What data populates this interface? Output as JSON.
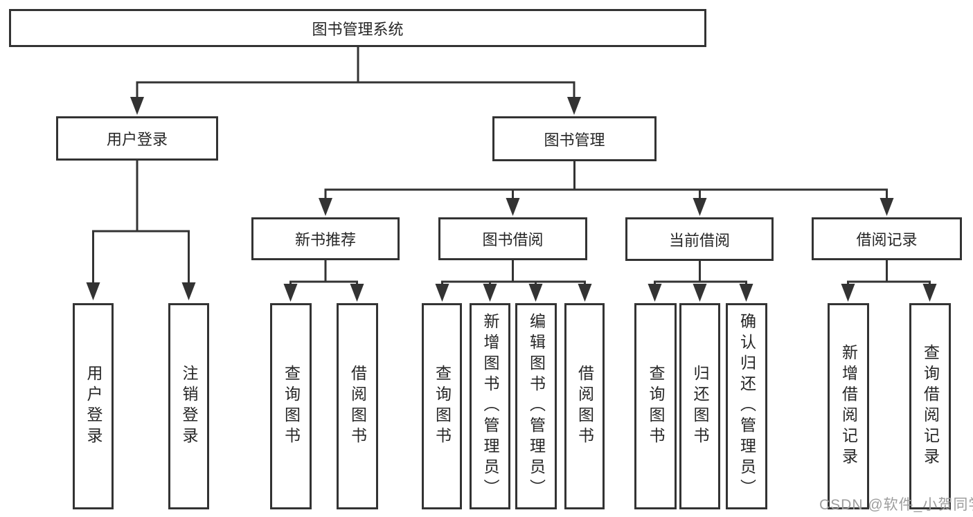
{
  "colors": {
    "line": "#333333",
    "box_border": "#333333",
    "text": "#262626",
    "background": "#ffffff",
    "watermark": "#9d9d9d"
  },
  "watermark": {
    "text": "CSDN @软件_小贺同学"
  },
  "tree": {
    "root": {
      "label": "图书管理系统",
      "children": [
        {
          "label": "用户登录",
          "children": [
            {
              "label": "用户登录"
            },
            {
              "label": "注销登录"
            }
          ]
        },
        {
          "label": "图书管理",
          "children": [
            {
              "label": "新书推荐",
              "children": [
                {
                  "label": "查询图书"
                },
                {
                  "label": "借阅图书"
                }
              ]
            },
            {
              "label": "图书借阅",
              "children": [
                {
                  "label": "查询图书"
                },
                {
                  "label": "新增图书（管理员）"
                },
                {
                  "label": "编辑图书（管理员）"
                },
                {
                  "label": "借阅图书"
                }
              ]
            },
            {
              "label": "当前借阅",
              "children": [
                {
                  "label": "查询图书"
                },
                {
                  "label": "归还图书"
                },
                {
                  "label": "确认归还（管理员）"
                }
              ]
            },
            {
              "label": "借阅记录",
              "children": [
                {
                  "label": "新增借阅记录"
                },
                {
                  "label": "查询借阅记录"
                }
              ]
            }
          ]
        }
      ]
    }
  }
}
